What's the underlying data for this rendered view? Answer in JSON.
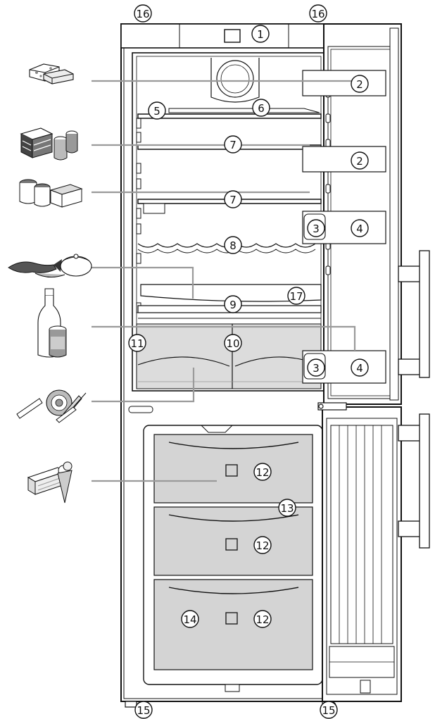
{
  "figure": {
    "callouts": [
      {
        "id": "c1",
        "label": "1"
      },
      {
        "id": "c2a",
        "label": "2"
      },
      {
        "id": "c2b",
        "label": "2"
      },
      {
        "id": "c3a",
        "label": "3"
      },
      {
        "id": "c3b",
        "label": "3"
      },
      {
        "id": "c4a",
        "label": "4"
      },
      {
        "id": "c4b",
        "label": "4"
      },
      {
        "id": "c5",
        "label": "5"
      },
      {
        "id": "c6",
        "label": "6"
      },
      {
        "id": "c7a",
        "label": "7"
      },
      {
        "id": "c7b",
        "label": "7"
      },
      {
        "id": "c8",
        "label": "8"
      },
      {
        "id": "c9",
        "label": "9"
      },
      {
        "id": "c10",
        "label": "10"
      },
      {
        "id": "c11",
        "label": "11"
      },
      {
        "id": "c12a",
        "label": "12"
      },
      {
        "id": "c12b",
        "label": "12"
      },
      {
        "id": "c12c",
        "label": "12"
      },
      {
        "id": "c13",
        "label": "13"
      },
      {
        "id": "c14",
        "label": "14"
      },
      {
        "id": "c15a",
        "label": "15"
      },
      {
        "id": "c15b",
        "label": "15"
      },
      {
        "id": "c16a",
        "label": "16"
      },
      {
        "id": "c16b",
        "label": "16"
      },
      {
        "id": "c17",
        "label": "17"
      }
    ],
    "food_icons": [
      {
        "id": "dairy",
        "icon": "cheese-butter-icon"
      },
      {
        "id": "cake",
        "icon": "cake-cans-icon"
      },
      {
        "id": "jars",
        "icon": "jars-box-icon"
      },
      {
        "id": "fish",
        "icon": "fish-pot-icon"
      },
      {
        "id": "drinks",
        "icon": "bottle-can-icon"
      },
      {
        "id": "veg",
        "icon": "vegetables-icon"
      },
      {
        "id": "frozen",
        "icon": "ice-cream-icon"
      }
    ],
    "colors": {
      "line": "#111111",
      "pointer": "#9a9a9a",
      "drawer_fill": "#d4d4d4",
      "crisper_fill": "#dcdcdc",
      "background": "#ffffff"
    }
  }
}
